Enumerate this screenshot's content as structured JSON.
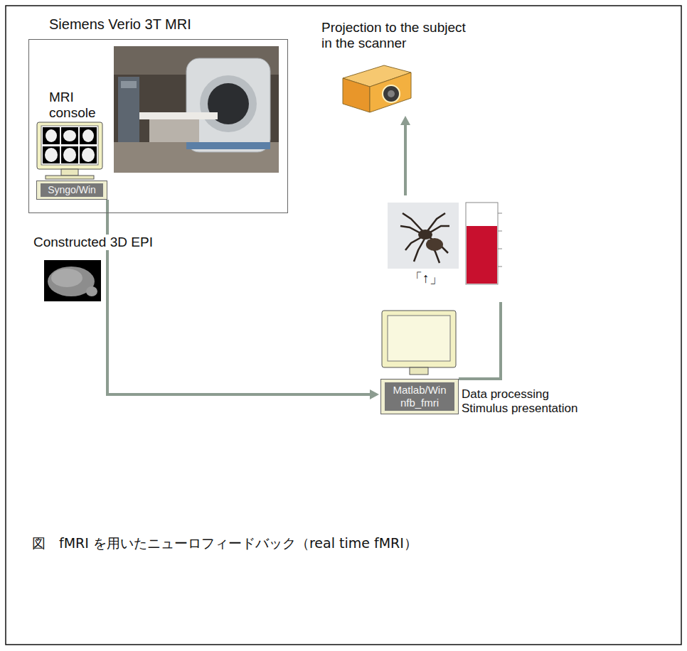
{
  "diagram": {
    "caption": "図　fMRI を用いたニューロフィードバック（real time fMRI）",
    "nodes": [
      {
        "text": [
          "Siemens Verio 3T MRI"
        ]
      },
      {
        "text": [
          "MRI console",
          "Syngo/Win"
        ],
        "in": 0
      },
      {
        "text": [
          "Projection to the subject in the scanner"
        ]
      },
      {
        "text": [
          "「↑」"
        ]
      },
      {
        "text": [
          "Matlab/Win nfb_fmri",
          "Data processing Stimulus presentation"
        ]
      }
    ],
    "edges": [
      {
        "from": 1,
        "to": 4,
        "arrow": "to",
        "label": "Constructed 3D EPI"
      },
      {
        "from": 4,
        "to": 3,
        "arrow": "none"
      },
      {
        "from": 3,
        "to": 2,
        "arrow": "to"
      }
    ]
  }
}
